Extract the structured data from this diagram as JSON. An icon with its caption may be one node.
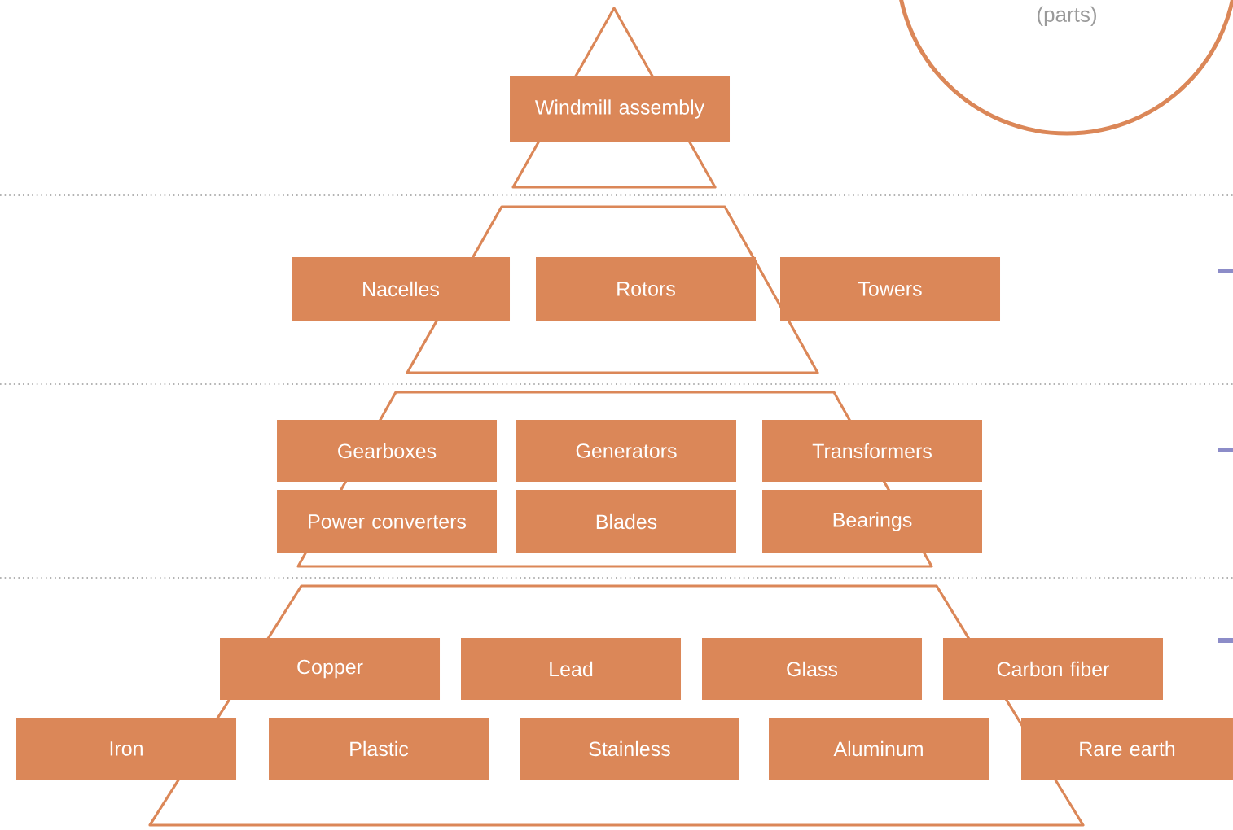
{
  "diagram": {
    "nodes": [
      {
        "text": [
          "(parts)"
        ]
      },
      {
        "text": [
          "Windmill assembly"
        ]
      },
      {
        "text": [
          "Nacelles"
        ]
      },
      {
        "text": [
          "Rotors"
        ]
      },
      {
        "text": [
          "Towers"
        ]
      },
      {
        "text": [
          "Gearboxes"
        ]
      },
      {
        "text": [
          "Generators"
        ]
      },
      {
        "text": [
          "Transformers"
        ]
      },
      {
        "text": [
          "Power converters"
        ]
      },
      {
        "text": [
          "Blades"
        ]
      },
      {
        "text": [
          "Bearings"
        ]
      },
      {
        "text": [
          "Copper"
        ]
      },
      {
        "text": [
          "Lead"
        ]
      },
      {
        "text": [
          "Glass"
        ]
      },
      {
        "text": [
          "Carbon fiber"
        ]
      },
      {
        "text": [
          "Iron"
        ]
      },
      {
        "text": [
          "Plastic"
        ]
      },
      {
        "text": [
          "Stainless"
        ]
      },
      {
        "text": [
          "Aluminum"
        ]
      },
      {
        "text": [
          "Rare earth"
        ]
      }
    ]
  }
}
